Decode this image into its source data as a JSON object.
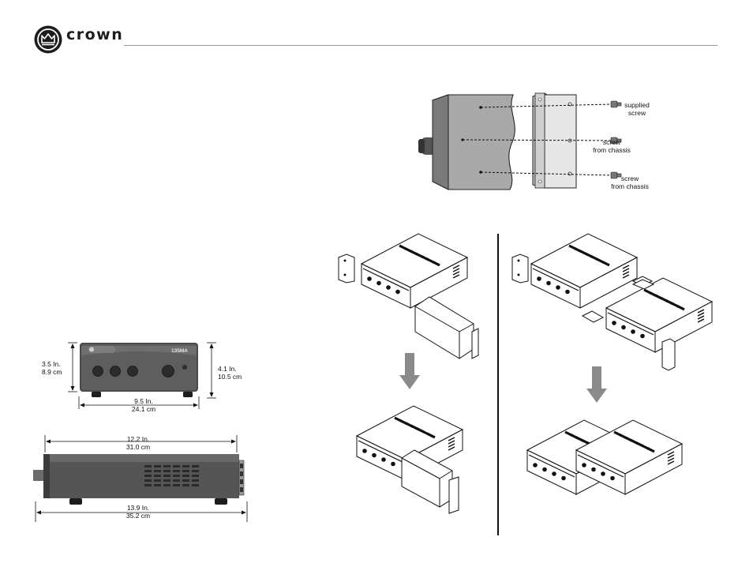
{
  "header": {
    "brand": "crown"
  },
  "mounting_detail": {
    "callouts": [
      "supplied\nscrew",
      "screw\nfrom chassis",
      "screw\nfrom chassis"
    ],
    "callout_lines": [
      {
        "l1": "supplied",
        "l2": "screw"
      },
      {
        "l1": "screw",
        "l2": "from chassis"
      },
      {
        "l1": "screw",
        "l2": "from chassis"
      }
    ]
  },
  "front_view": {
    "badge": "135MA",
    "height_left": {
      "imperial": "3.5 In.",
      "metric": "8.9 cm"
    },
    "height_right": {
      "imperial": "4.1 In.",
      "metric": "10.5 cm"
    },
    "width": {
      "imperial": "9.5 In.",
      "metric": "24.1 cm"
    }
  },
  "side_view": {
    "depth_top": {
      "imperial": "12.2 In.",
      "metric": "31.0 cm"
    },
    "depth_bottom": {
      "imperial": "13.9 In.",
      "metric": "35.2 cm"
    }
  },
  "colors": {
    "ink": "#111111",
    "panel_dark": "#3a3a3a",
    "panel_mid": "#6b6b6b",
    "arrow": "#8a8a8a",
    "rule": "#999999"
  }
}
